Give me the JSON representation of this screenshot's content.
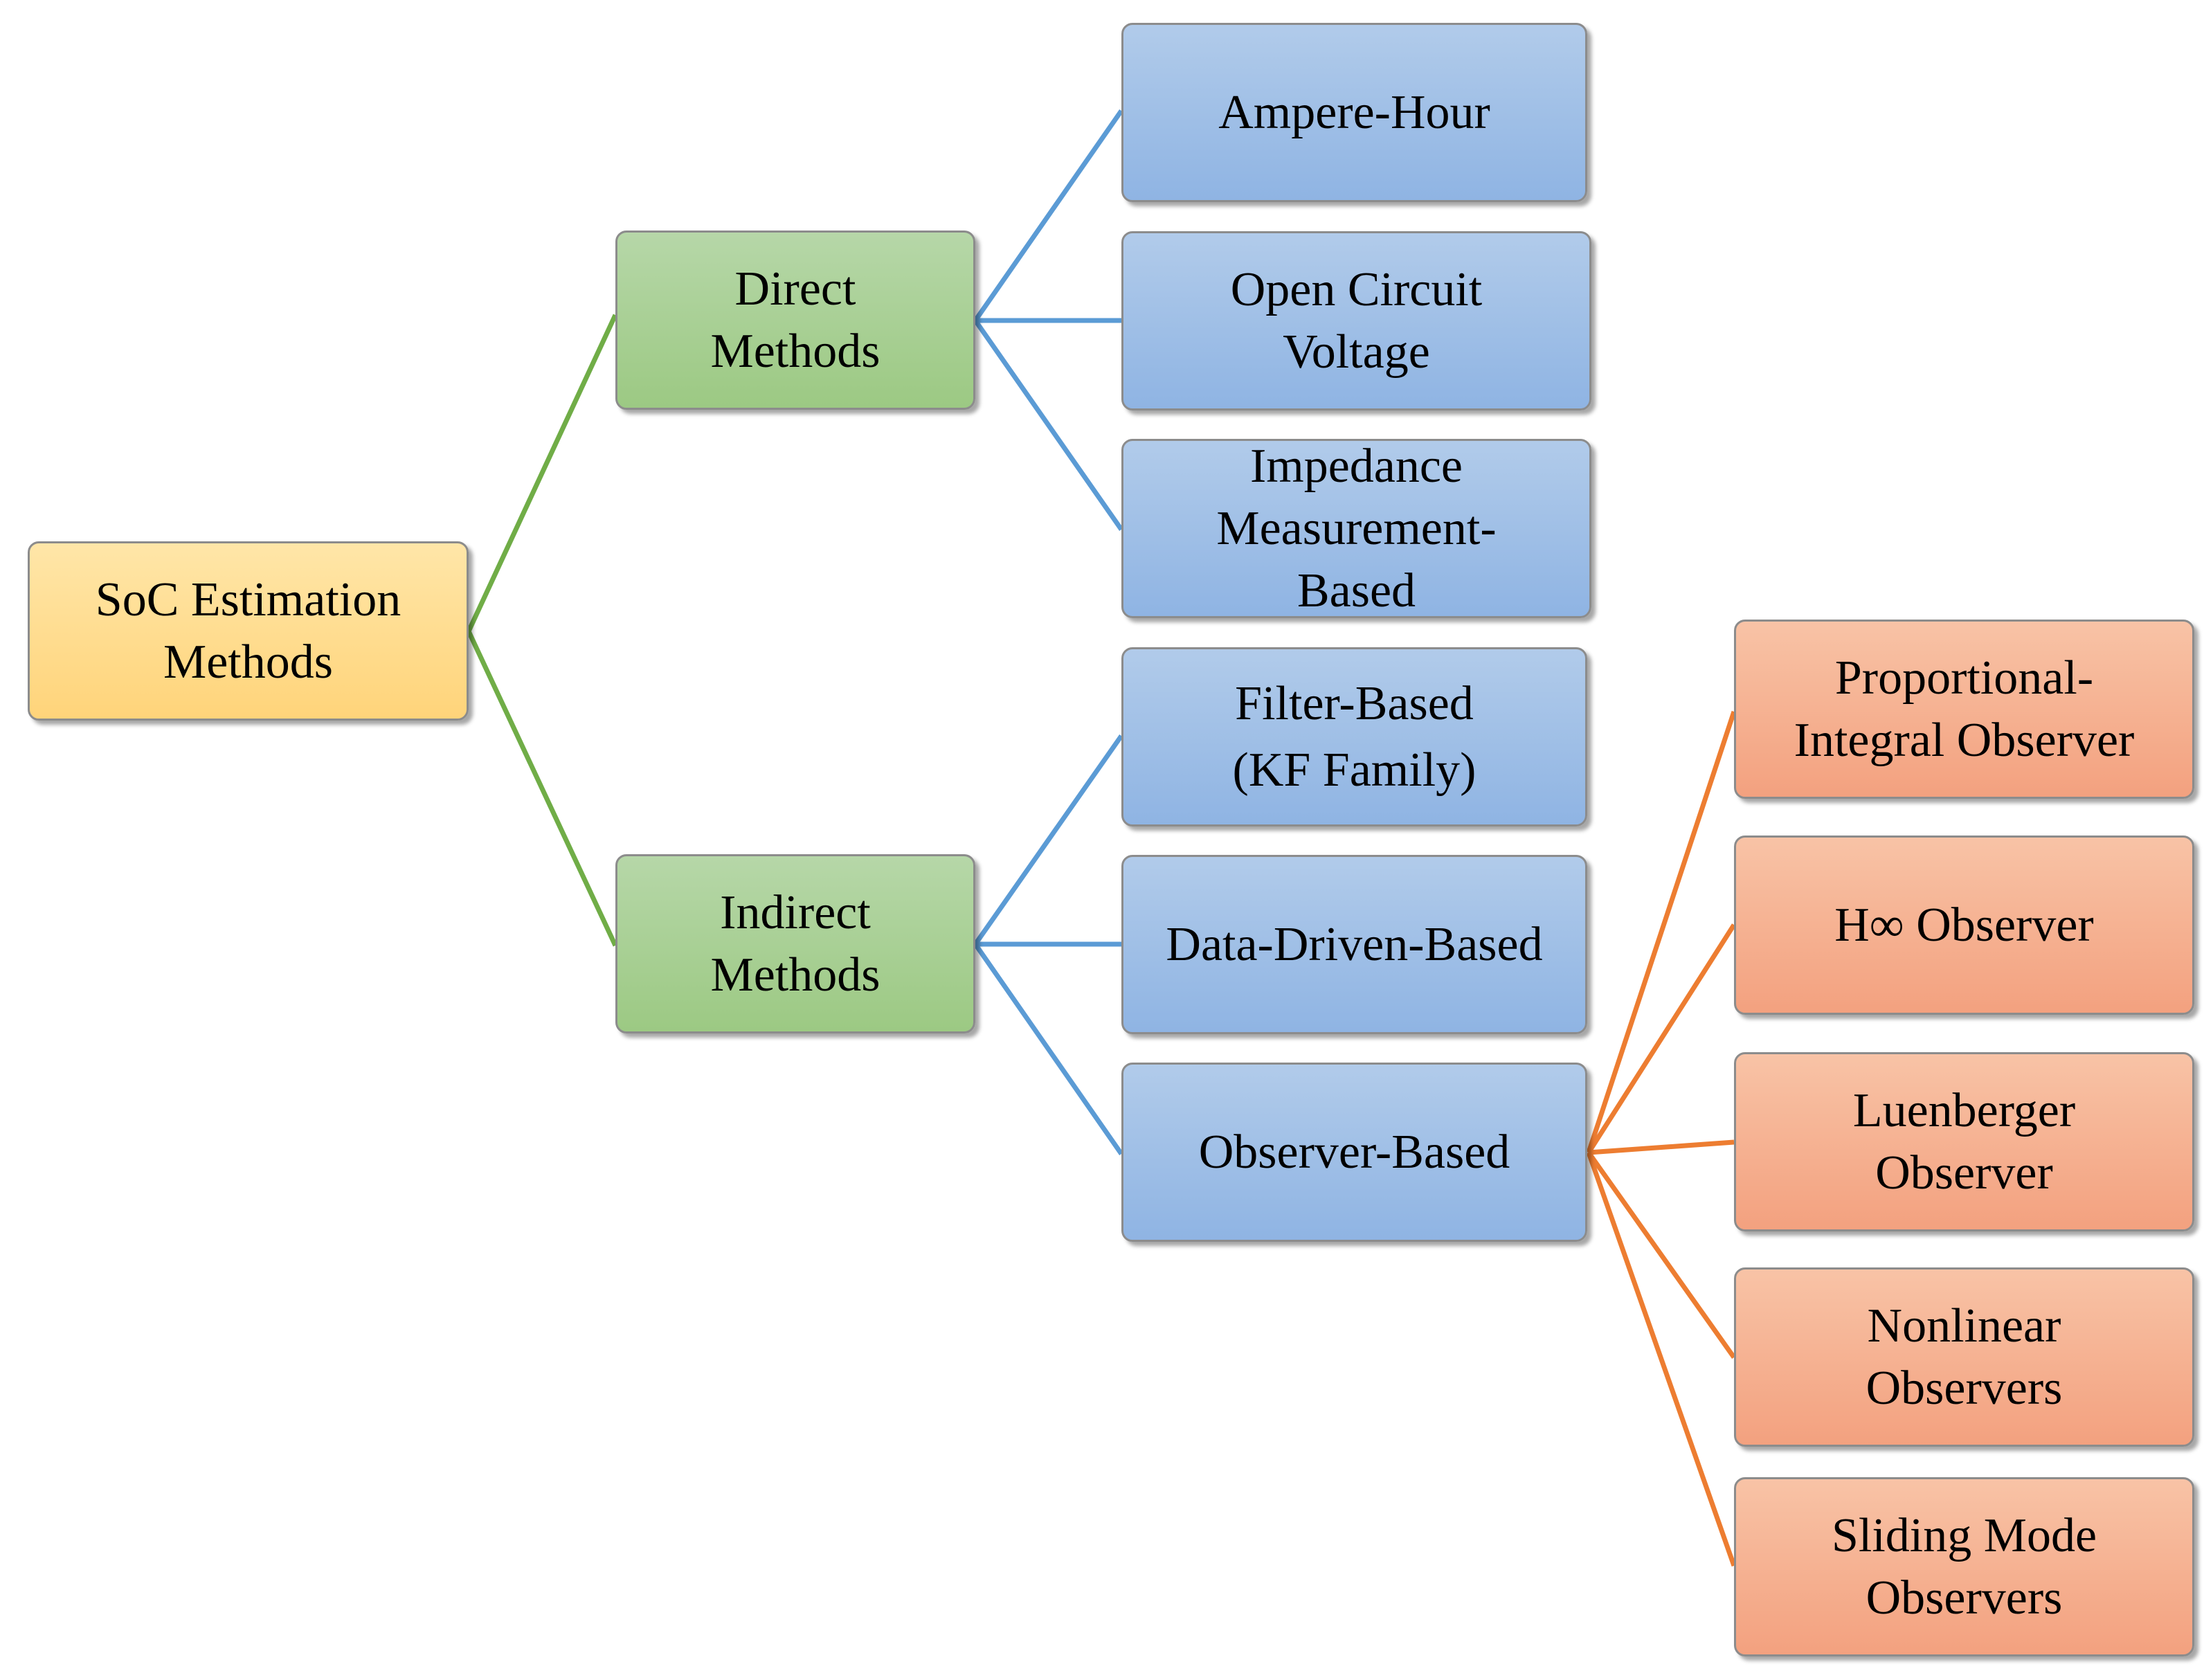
{
  "diagram": {
    "root": {
      "label": "SoC Estimation\nMethods"
    },
    "direct": {
      "label": "Direct\nMethods"
    },
    "indirect": {
      "label": "Indirect\nMethods"
    },
    "direct_children": [
      {
        "label": "Ampere-Hour"
      },
      {
        "label": "Open Circuit\nVoltage"
      },
      {
        "label": "Impedance\nMeasurement-\nBased"
      }
    ],
    "indirect_children": [
      {
        "label": "Filter-Based\n(KF Family)"
      },
      {
        "label": "Data-Driven-Based"
      },
      {
        "label": "Observer-Based"
      }
    ],
    "observer_children": [
      {
        "label": "Proportional-\nIntegral Observer"
      },
      {
        "label": "H∞ Observer"
      },
      {
        "label": "Luenberger\nObserver"
      },
      {
        "label": "Nonlinear\nObservers"
      },
      {
        "label": "Sliding Mode\nObservers"
      }
    ]
  },
  "colors": {
    "root_fill": "#ffd47a",
    "level1_fill": "#9cc983",
    "level2_fill": "#8fb4e3",
    "level3_fill": "#f3a17f",
    "level1_connector": "#70ad47",
    "level2_connector": "#5b9bd5",
    "level3_connector": "#ed7d31"
  }
}
